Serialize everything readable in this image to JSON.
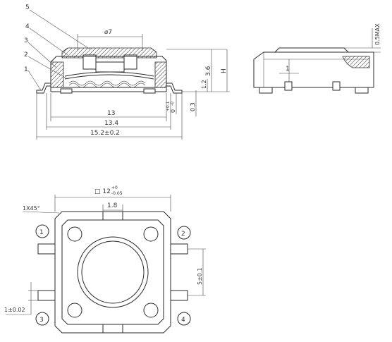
{
  "section_view": {
    "callouts": [
      "1",
      "2",
      "3",
      "4",
      "5"
    ],
    "dims": {
      "dia": "⌀7",
      "w13": "13",
      "w134": "13.4",
      "w152": "15.2±0.2",
      "h36": "3.6",
      "hH": "H",
      "h12": "1.2",
      "h03": "0.3",
      "h0": "0",
      "h0_tol_upper": "+0.1",
      "h0_tol_lower": "-0"
    }
  },
  "side_view": {
    "dims": {
      "max": "0.5MAX",
      "one": "1"
    }
  },
  "top_view": {
    "dims": {
      "square": "□ 12",
      "square_tol_upper": "+0",
      "square_tol_lower": "-0.05",
      "chamfer": "1X45°",
      "w18": "1.8",
      "pitch": "5±0.1",
      "pad": "1±0.02"
    },
    "pins": [
      "1",
      "2",
      "3",
      "4"
    ]
  }
}
